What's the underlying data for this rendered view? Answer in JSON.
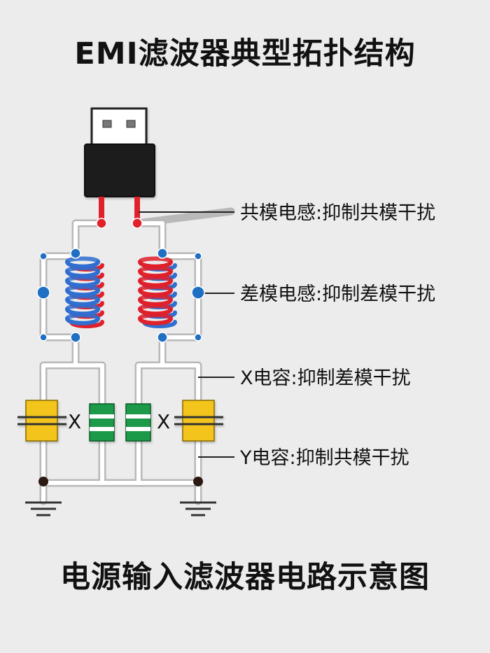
{
  "title": "EMI滤波器典型拓扑结构",
  "subtitle": "电源输入滤波器电路示意图",
  "labels": {
    "common_mode_inductor": "共模电感:抑制共模干扰",
    "differential_mode_inductor": "差模电感:抑制差模干扰",
    "x_capacitor": "X电容:抑制差模干扰",
    "y_capacitor": "Y电容:抑制共模干扰"
  },
  "x_marks": [
    "X",
    "X"
  ],
  "colors": {
    "wire": "#ffffff",
    "wire_outline": "#b9b9b9",
    "node": "#1f6fc4",
    "coil_red": "#e0202a",
    "coil_blue": "#2f6fd0",
    "y_cap": "#f2c41a",
    "x_cap": "#1f9a4a",
    "plug_body": "#1e1a1a",
    "ground_node": "#2a1a10"
  }
}
